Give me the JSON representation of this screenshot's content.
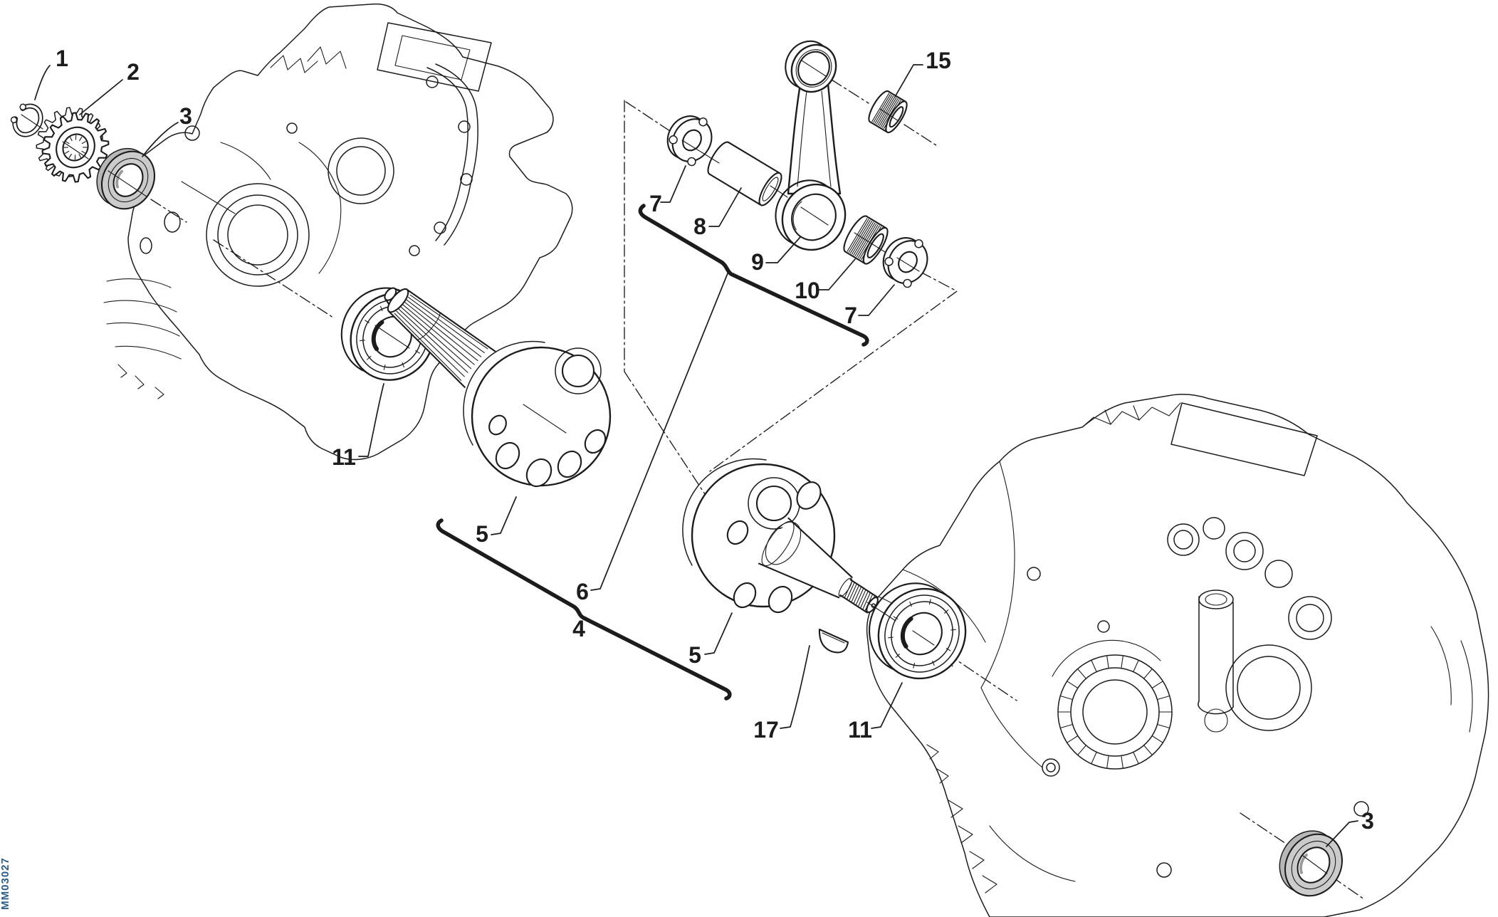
{
  "diagram": {
    "watermark": "MM03027",
    "background": "#ffffff",
    "line_color": "#1c1c1c",
    "seal_fill": "#cbcbcb",
    "watermark_color": "#2b5c8a"
  },
  "callouts": [
    {
      "ref": "1"
    },
    {
      "ref": "2"
    },
    {
      "ref": "3"
    },
    {
      "ref": "15"
    },
    {
      "ref": "7"
    },
    {
      "ref": "8"
    },
    {
      "ref": "9"
    },
    {
      "ref": "10"
    },
    {
      "ref": "7"
    },
    {
      "ref": "6"
    },
    {
      "ref": "4"
    },
    {
      "ref": "5"
    },
    {
      "ref": "11"
    },
    {
      "ref": "5"
    },
    {
      "ref": "17"
    },
    {
      "ref": "11"
    },
    {
      "ref": "3"
    }
  ]
}
